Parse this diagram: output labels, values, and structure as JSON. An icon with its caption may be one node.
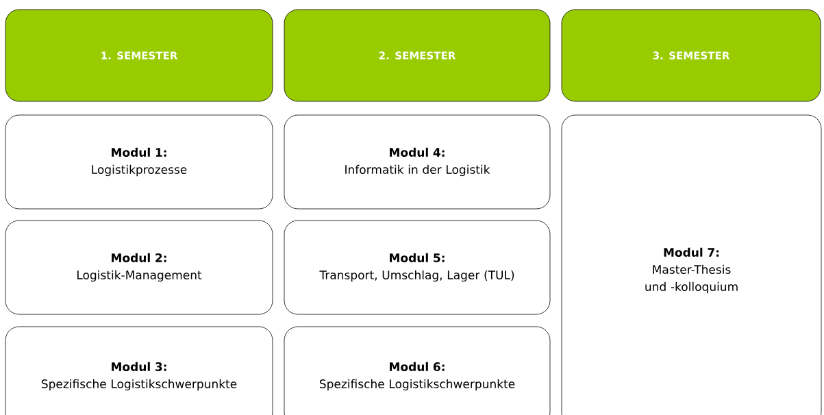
{
  "diagram": {
    "nodes": [
      {
        "text": [
          "1. SEMESTER"
        ]
      },
      {
        "text": [
          "2. SEMESTER"
        ]
      },
      {
        "text": [
          "3. SEMESTER"
        ]
      },
      {
        "text": [
          "Modul 1:",
          "Logistikprozesse"
        ]
      },
      {
        "text": [
          "Modul 4:",
          "Informatik in der Logistik"
        ]
      },
      {
        "text": [
          "Modul 7:",
          "Master-Thesis und -kolloquium"
        ]
      },
      {
        "text": [
          "Modul 2:",
          "Logistik-Management"
        ]
      },
      {
        "text": [
          "Modul 5:",
          "Transport, Umschlag, Lager (TUL)"
        ]
      },
      {
        "text": [
          "Modul 3:",
          "Spezifische Logistikschwerpunkte"
        ]
      },
      {
        "text": [
          "Modul 6:",
          "Spezifische Logistikschwerpunkte"
        ]
      }
    ]
  }
}
